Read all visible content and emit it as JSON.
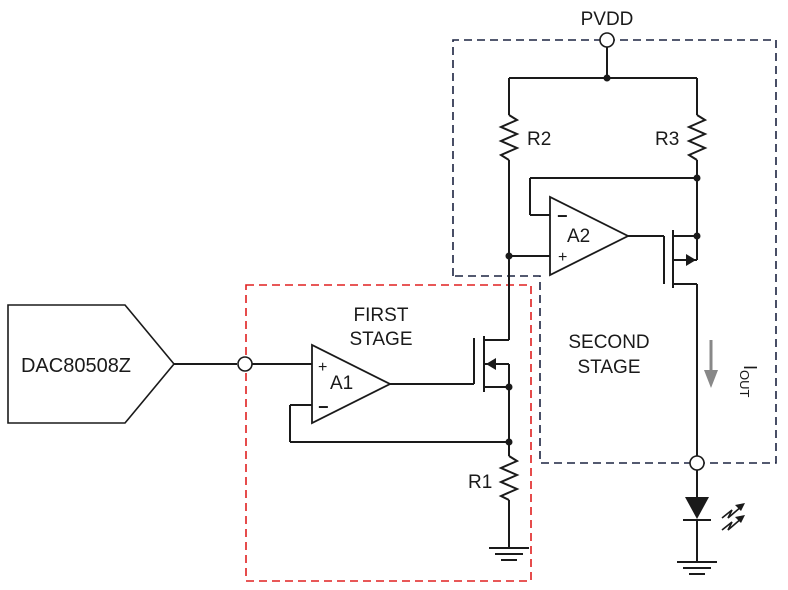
{
  "supply": {
    "label": "PVDD"
  },
  "dac": {
    "label": "DAC80508Z"
  },
  "stages": {
    "first": {
      "line1": "FIRST",
      "line2": "STAGE",
      "border_color": "#e02020"
    },
    "second": {
      "line1": "SECOND",
      "line2": "STAGE",
      "border_color": "#1c2340"
    }
  },
  "opamps": {
    "a1": {
      "label": "A1",
      "plus": "+",
      "minus": "−"
    },
    "a2": {
      "label": "A2",
      "plus": "+",
      "minus": "−"
    }
  },
  "resistors": {
    "r1": {
      "label": "R1"
    },
    "r2": {
      "label": "R2"
    },
    "r3": {
      "label": "R3"
    }
  },
  "output": {
    "label_main": "I",
    "label_sub": "OUT",
    "arrow_color": "#888888"
  }
}
